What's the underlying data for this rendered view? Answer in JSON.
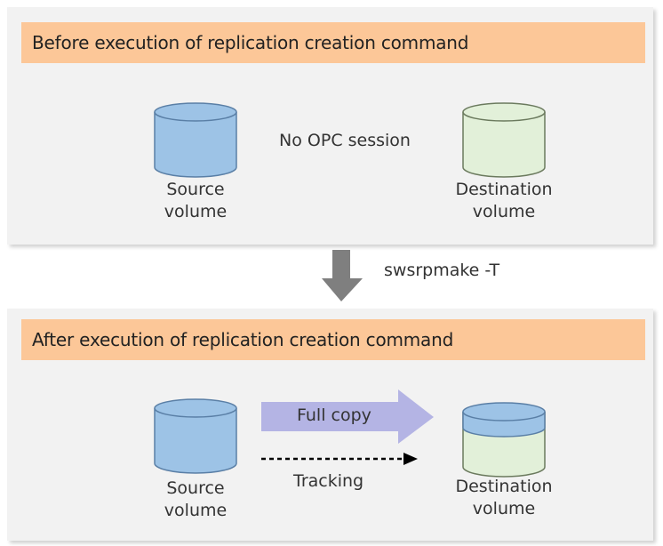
{
  "before": {
    "title": "Before execution of replication creation command",
    "session_text": "No OPC session",
    "source_label": [
      "Source",
      "volume"
    ],
    "dest_label": [
      "Destination",
      "volume"
    ]
  },
  "transition": {
    "command": "swsrpmake -T"
  },
  "after": {
    "title": "After execution of replication creation command",
    "full_copy_label": "Full copy",
    "tracking_label": "Tracking",
    "source_label": [
      "Source",
      "volume"
    ],
    "dest_label": [
      "Destination",
      "volume"
    ]
  },
  "colors": {
    "panel_bg": "#f2f2f2",
    "title_bg": "#fcc798",
    "source_fill": "#9dc3e6",
    "dest_fill": "#e2f0d9",
    "full_copy_arrow": "#b4b4e4",
    "down_arrow": "#7f7f7f"
  }
}
